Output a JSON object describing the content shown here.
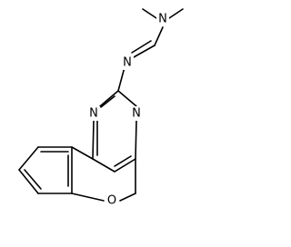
{
  "molecule": {
    "atoms": {
      "n_amine": "N",
      "n_imine": "N",
      "n_ring_1": "N",
      "n_ring_3": "N",
      "o_pyran": "O"
    },
    "colors": {
      "bond": "#000000",
      "label": "#000000",
      "background": "#ffffff"
    }
  }
}
